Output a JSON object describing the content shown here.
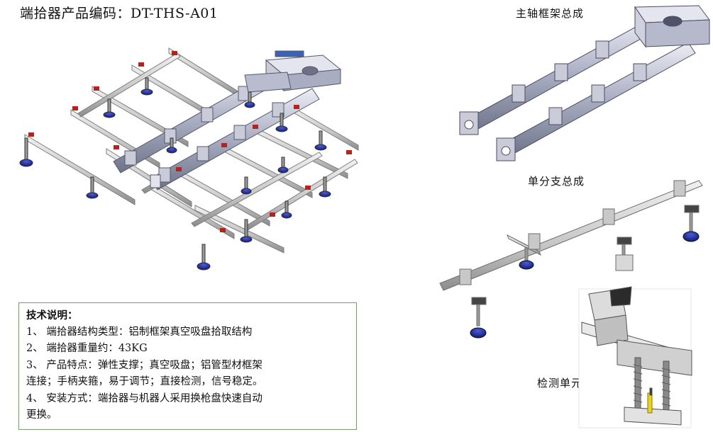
{
  "title": "端拾器产品编码：DT-THS-A01",
  "captions": {
    "main_frame": "主轴框架总成",
    "single_branch": "单分支总成",
    "detection_unit": "检测单元"
  },
  "spec": {
    "heading": "技术说明：",
    "lines": [
      "1、 端拾器结构类型：铝制框架真空吸盘拾取结构",
      "2、 端拾器重量约：43KG",
      "3、 产品特点：弹性支撑；真空吸盘；铝管型材框架",
      "连接；手柄夹箍，易于调节；直接检测，信号稳定。",
      "4、 安装方式：端拾器与机器人采用换枪盘快速自动",
      "更换。"
    ]
  },
  "colors": {
    "frame": "#8c8fa8",
    "frame_light": "#d9dbe8",
    "frame_dark": "#5d6076",
    "cup": "#1d2b9a",
    "accent_red": "#b5231e",
    "spring": "#8a8a8a",
    "box_border": "#7b9a72"
  }
}
